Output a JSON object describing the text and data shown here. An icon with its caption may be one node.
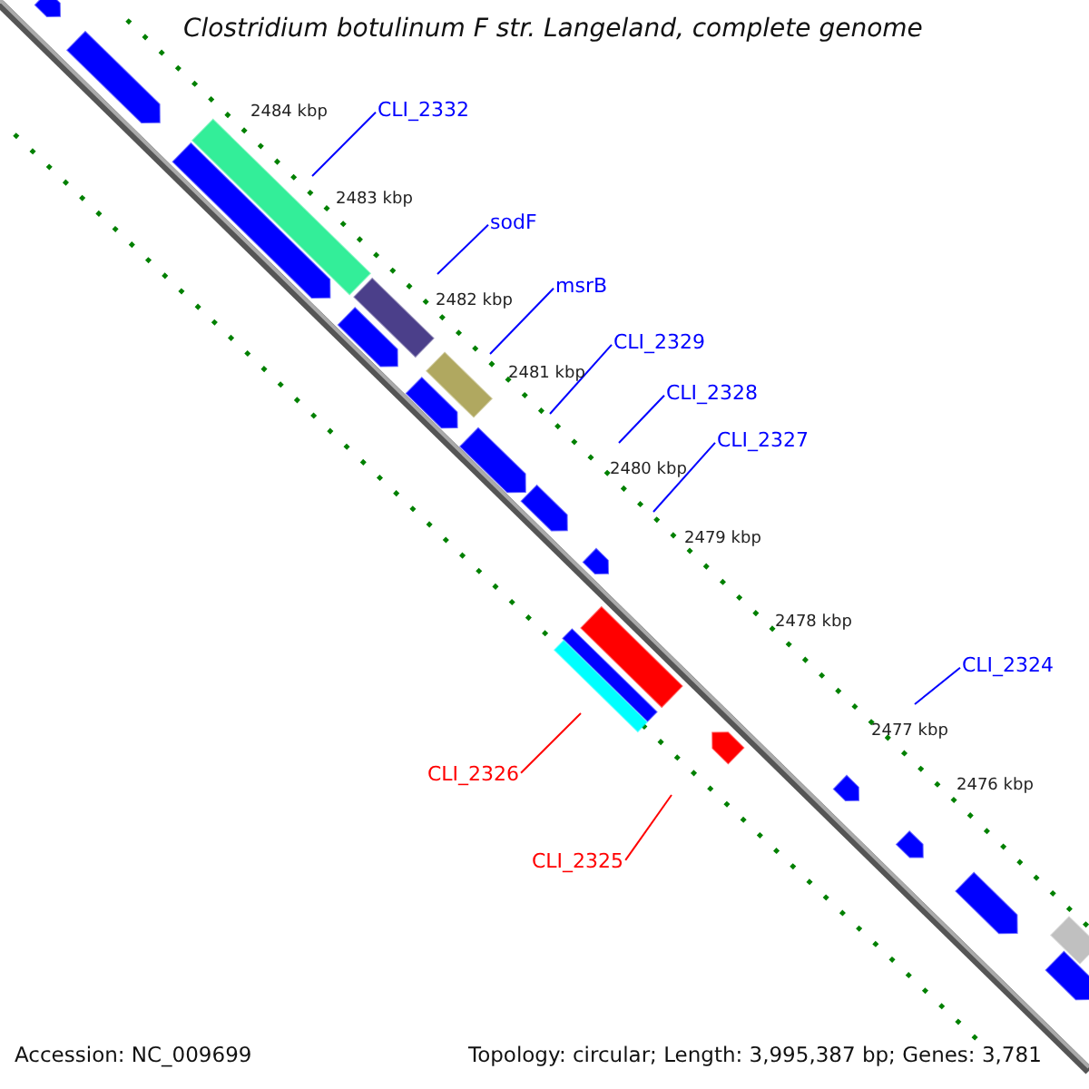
{
  "diagram": {
    "title": "Clostridium botulinum F str. Langeland, complete genome",
    "nodes": [
      {
        "text": [
          "CLI_2332"
        ]
      },
      {
        "text": [
          "sodF"
        ]
      },
      {
        "text": [
          "msrB"
        ]
      },
      {
        "text": [
          "CLI_2329"
        ]
      },
      {
        "text": [
          "CLI_2328"
        ]
      },
      {
        "text": [
          "CLI_2327"
        ]
      },
      {
        "text": [
          "CLI_2324"
        ]
      },
      {
        "text": [
          "CLI_2326"
        ]
      },
      {
        "text": [
          "CLI_2325"
        ]
      }
    ],
    "edges": [
      {
        "from": 0,
        "to": null,
        "arrow": "none"
      },
      {
        "from": 1,
        "to": null,
        "arrow": "none"
      },
      {
        "from": 2,
        "to": null,
        "arrow": "none"
      },
      {
        "from": 3,
        "to": null,
        "arrow": "none"
      },
      {
        "from": 4,
        "to": null,
        "arrow": "none"
      },
      {
        "from": 5,
        "to": null,
        "arrow": "none"
      },
      {
        "from": 6,
        "to": null,
        "arrow": "none"
      },
      {
        "from": 7,
        "to": null,
        "arrow": "none",
        "color": "#ff0000"
      },
      {
        "from": 8,
        "to": null,
        "arrow": "none",
        "color": "#ff0000"
      }
    ],
    "labels": [
      "2484 kbp",
      "2483 kbp",
      "2482 kbp",
      "2481 kbp",
      "2480 kbp",
      "2479 kbp",
      "2478 kbp",
      "2477 kbp",
      "2476 kbp",
      "Accession: NC_009699",
      "Topology: circular; Length: 3,995,387 bp; Genes: 3,781"
    ]
  }
}
